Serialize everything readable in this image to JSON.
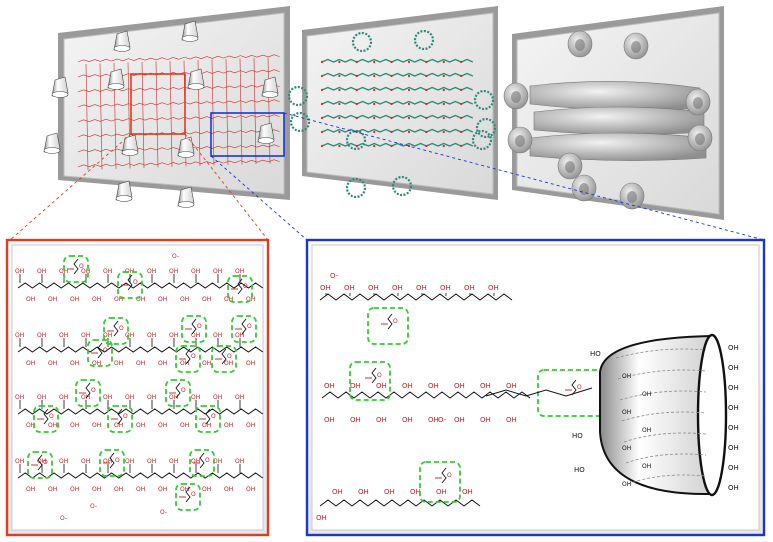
{
  "colors": {
    "red_frame": "#e23b1f",
    "blue_frame": "#1d34d4",
    "green_dash": "#32cd32",
    "chain": "#111111",
    "hetero": "#cc1b1b",
    "panel_face": "#ffffff",
    "panel_edge": "#bdbdbd",
    "surface": "#c8c8c8",
    "molecule": "#2e8b7a"
  },
  "icons": [
    "cyclodextrin-cone-icon"
  ],
  "labels": {
    "hydroxyl": "OH",
    "ho": "HO",
    "carboxylate": "O",
    "carbonyl_o": "O",
    "charge": "-"
  }
}
